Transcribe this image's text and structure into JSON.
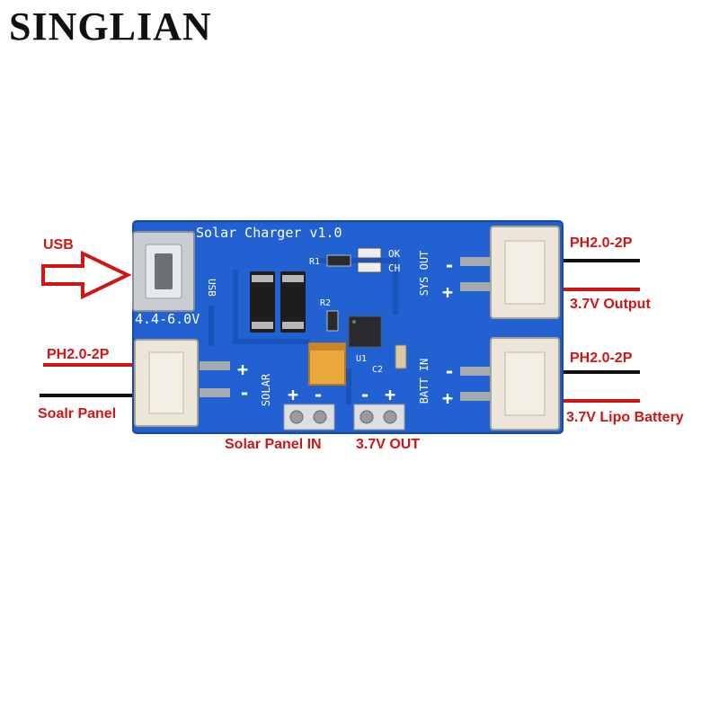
{
  "brand": "SINGLIAN",
  "board": {
    "title": "Solar Charger v1.0",
    "usb_silk": "USB",
    "voltage_silk": "4.4-6.0V",
    "solar_silk": "SOLAR",
    "sys_out_silk": "SYS OUT",
    "batt_in_silk": "BATT IN",
    "ok_silk": "OK",
    "ch_silk": "CH",
    "r1": "R1",
    "r2": "R2",
    "u1": "U1",
    "c2": "C2",
    "plus": "+",
    "minus": "-"
  },
  "labels": {
    "usb": "USB",
    "ph_left": "PH2.0-2P",
    "solar_panel": "Soalr Panel",
    "ph_top_right": "PH2.0-2P",
    "output": "3.7V Output",
    "ph_bottom_right": "PH2.0-2P",
    "lipo": "3.7V Lipo Battery",
    "solar_in": "Solar Panel IN",
    "out_37": "3.7V OUT"
  },
  "colors": {
    "pcb": "#1f5fd0",
    "label_red": "#d01515",
    "connector": "#ece6d8"
  }
}
